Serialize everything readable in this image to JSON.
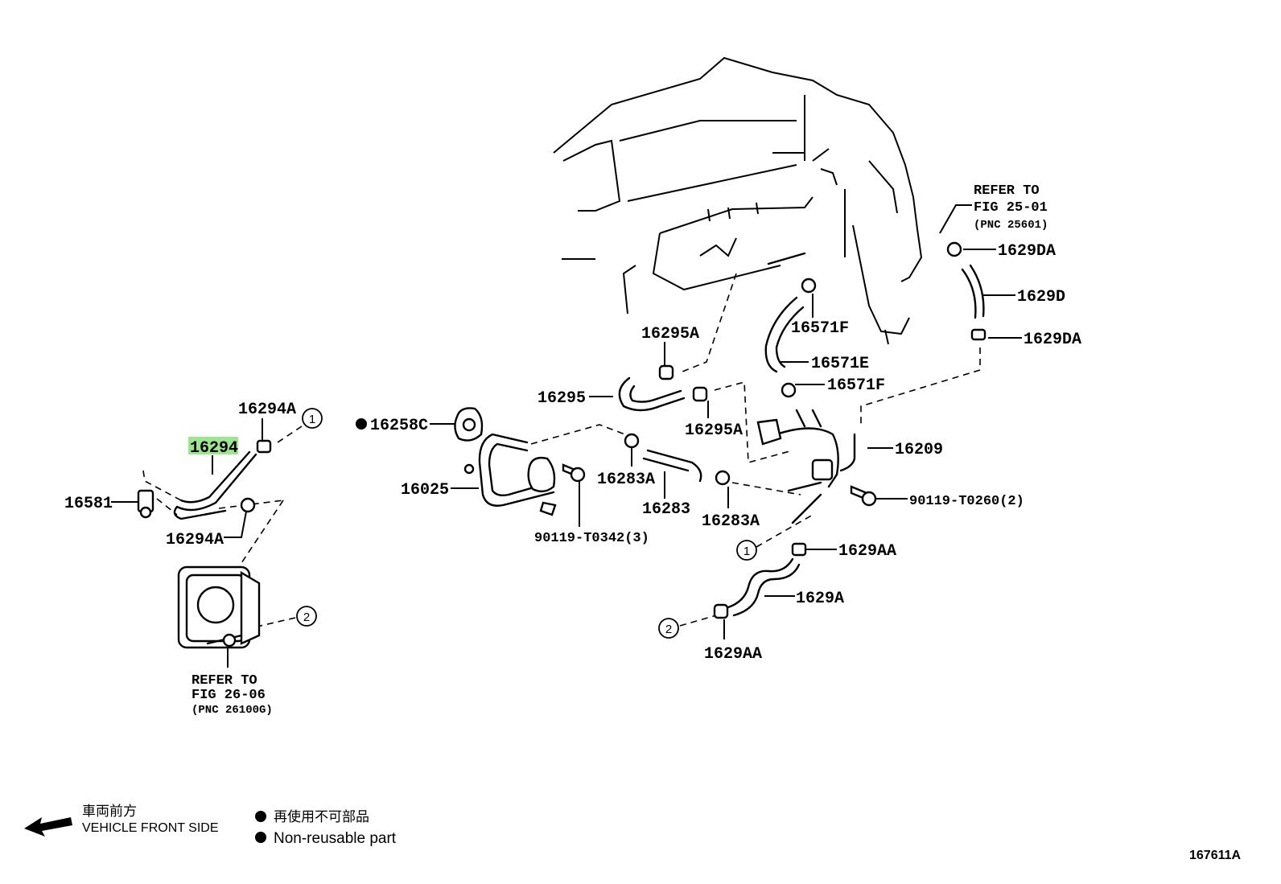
{
  "refer_25": {
    "line1": "REFER TO",
    "line2": "FIG 25-01",
    "line3": "(PNC 25601)"
  },
  "refer_26": {
    "line1": "REFER TO",
    "line2": "FIG 26-06",
    "line3": "(PNC 26100G)"
  },
  "parts": {
    "p1629DA_top": "1629DA",
    "p1629D": "1629D",
    "p1629DA_bottom": "1629DA",
    "p16295A_top": "16295A",
    "p16571F_top": "16571F",
    "p16571E": "16571E",
    "p16571F_bottom": "16571F",
    "p16295": "16295",
    "p16295A_bottom": "16295A",
    "p16209": "16209",
    "p16294A_top": "16294A",
    "p16294": "16294",
    "p16258C": "16258C",
    "p16581": "16581",
    "p16025": "16025",
    "p16283A_left": "16283A",
    "p16283": "16283",
    "p16283A_right": "16283A",
    "p90119_T0260": "90119-T0260(2)",
    "p90119_T0342": "90119-T0342(3)",
    "p16294A_bottom": "16294A",
    "p1629AA_top": "1629AA",
    "p1629A": "1629A",
    "p1629AA_bottom": "1629AA"
  },
  "callouts": {
    "one": "1",
    "two": "2"
  },
  "highlight_color": "#9be68f",
  "legend": {
    "front_jp": "車両前方",
    "front_en": "VEHICLE FRONT SIDE",
    "nonreuse_jp": "再使用不可部品",
    "nonreuse_en": "Non-reusable part"
  },
  "figure_id": "167611A"
}
